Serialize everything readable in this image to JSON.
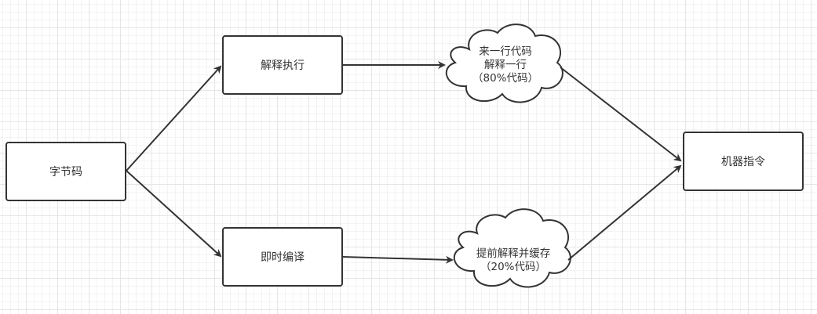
{
  "nodes": {
    "bytecode": "字节码",
    "interpret": "解释执行",
    "jit": "即时编译",
    "machine": "机器指令"
  },
  "clouds": {
    "interpret_note": {
      "line1": "来一行代码",
      "line2": "解释一行",
      "line3": "（80%代码）"
    },
    "jit_note": {
      "line1": "提前解释并缓存",
      "line2": "（20%代码）"
    }
  },
  "colors": {
    "stroke": "#333333",
    "grid": "#e6e6e6",
    "background": "#ffffff"
  }
}
